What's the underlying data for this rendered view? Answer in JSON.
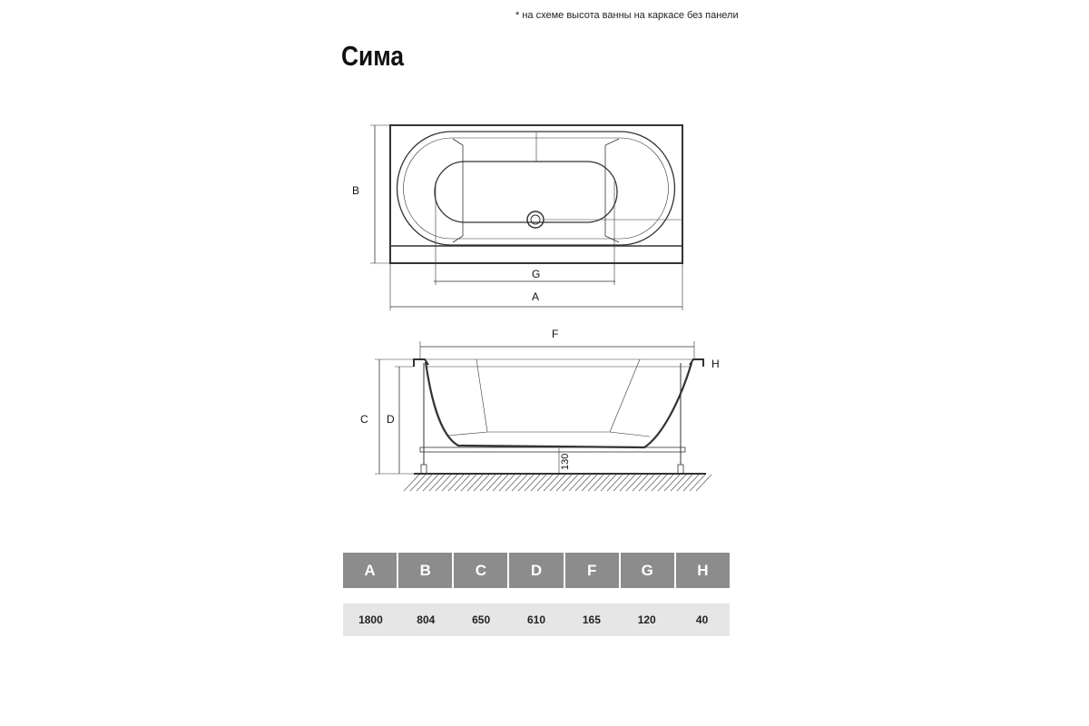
{
  "note": "* на схеме высота ванны на каркасе без панели",
  "title": "Сима",
  "labels": {
    "A": "A",
    "B": "B",
    "C": "C",
    "D": "D",
    "F": "F",
    "G": "G",
    "H": "H",
    "leg_height": "130"
  },
  "table": {
    "headers": [
      "A",
      "B",
      "C",
      "D",
      "F",
      "G",
      "H"
    ],
    "values": [
      "1800",
      "804",
      "650",
      "610",
      "165",
      "120",
      "40"
    ]
  }
}
